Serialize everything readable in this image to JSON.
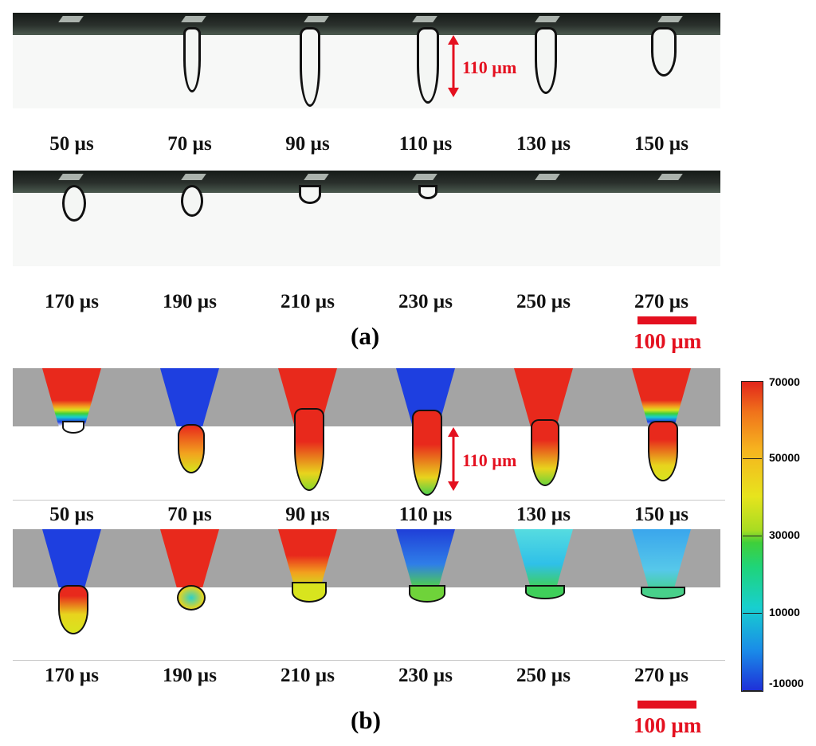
{
  "figure": {
    "panel_a": {
      "label": "(a)"
    },
    "panel_b": {
      "label": "(b)"
    },
    "row1_times": [
      "50 µs",
      "70 µs",
      "90 µs",
      "110 µs",
      "130 µs",
      "150 µs"
    ],
    "row2_times": [
      "170 µs",
      "190 µs",
      "210 µs",
      "230 µs",
      "250 µs",
      "270 µs"
    ],
    "dimension_label": "110 µm",
    "scale_bar_label": "100 µm",
    "colorbar": {
      "ticks": [
        "70000",
        "50000",
        "30000",
        "10000",
        "-10000"
      ]
    },
    "colors": {
      "annotation": "#e4101f",
      "plate": "#a4a4a4",
      "high": "#e8291c",
      "low": "#1e3fe0"
    }
  }
}
